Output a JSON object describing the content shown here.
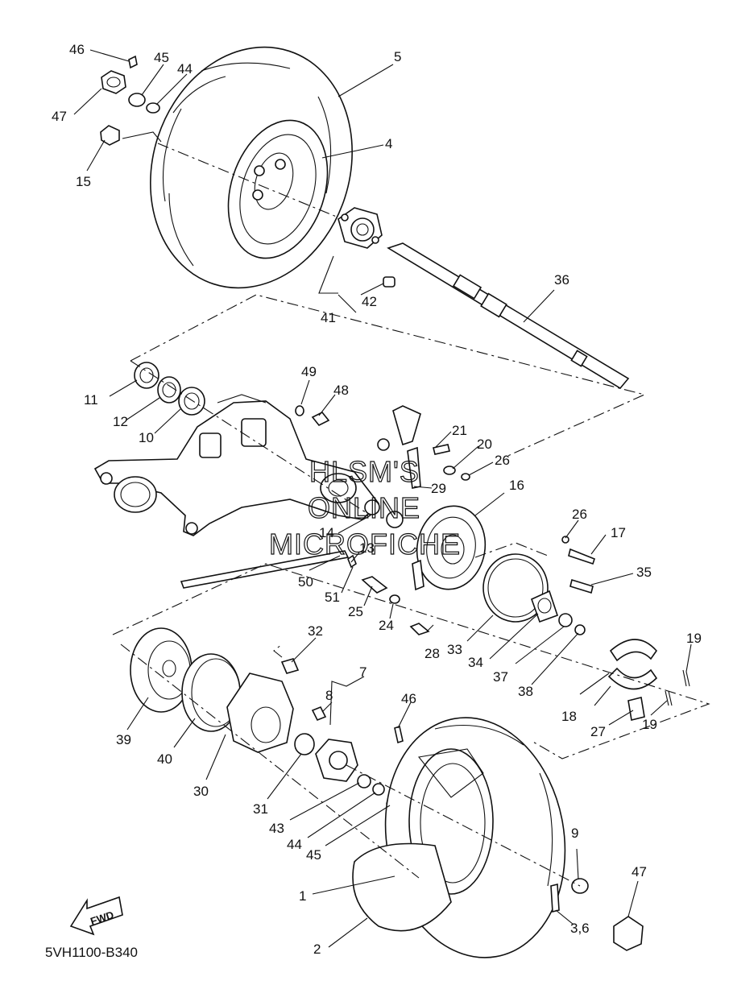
{
  "diagram_code": "5VH1100-B340",
  "watermark": [
    "HLSM'S",
    "ONLINE",
    "MICROFICHE"
  ],
  "direction_label": "FWD",
  "callouts": {
    "c46a": "46",
    "c45a": "45",
    "c44a": "44",
    "c47a": "47",
    "c15": "15",
    "c5": "5",
    "c4": "4",
    "c41": "41",
    "c42": "42",
    "c36": "36",
    "c11": "11",
    "c12": "12",
    "c10": "10",
    "c49": "49",
    "c48": "48",
    "c21": "21",
    "c20": "20",
    "c26a": "26",
    "c29": "29",
    "c16": "16",
    "c14": "14",
    "c13": "13",
    "c50": "50",
    "c51": "51",
    "c25": "25",
    "c24": "24",
    "c28": "28",
    "c33": "33",
    "c34": "34",
    "c26b": "26",
    "c17": "17",
    "c35": "35",
    "c37": "37",
    "c38": "38",
    "c19a": "19",
    "c18": "18",
    "c27": "27",
    "c19b": "19",
    "c32": "32",
    "c7": "7",
    "c8": "8",
    "c46b": "46",
    "c39": "39",
    "c40": "40",
    "c30": "30",
    "c31": "31",
    "c43": "43",
    "c44b": "44",
    "c45b": "45",
    "c9": "9",
    "c47b": "47",
    "c1": "1",
    "c36b": "3,6",
    "c2": "2"
  }
}
